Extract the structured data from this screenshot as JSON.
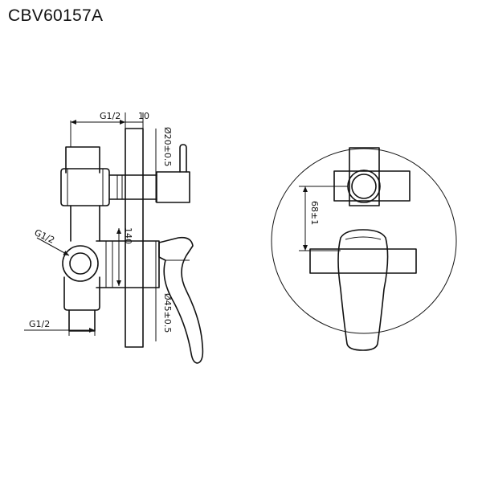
{
  "title": "CBV60157A",
  "dimensions": {
    "g12_top": "G1/2",
    "ten": "10",
    "d20": "Ø20±0.5",
    "g12_mid": "G1/2",
    "one_forty": "140",
    "d45": "Ø45±0.5",
    "g12_bottom": "G1/2",
    "sixtyeight": "68±1"
  },
  "colors": {
    "line": "#111111",
    "background": "#ffffff"
  }
}
